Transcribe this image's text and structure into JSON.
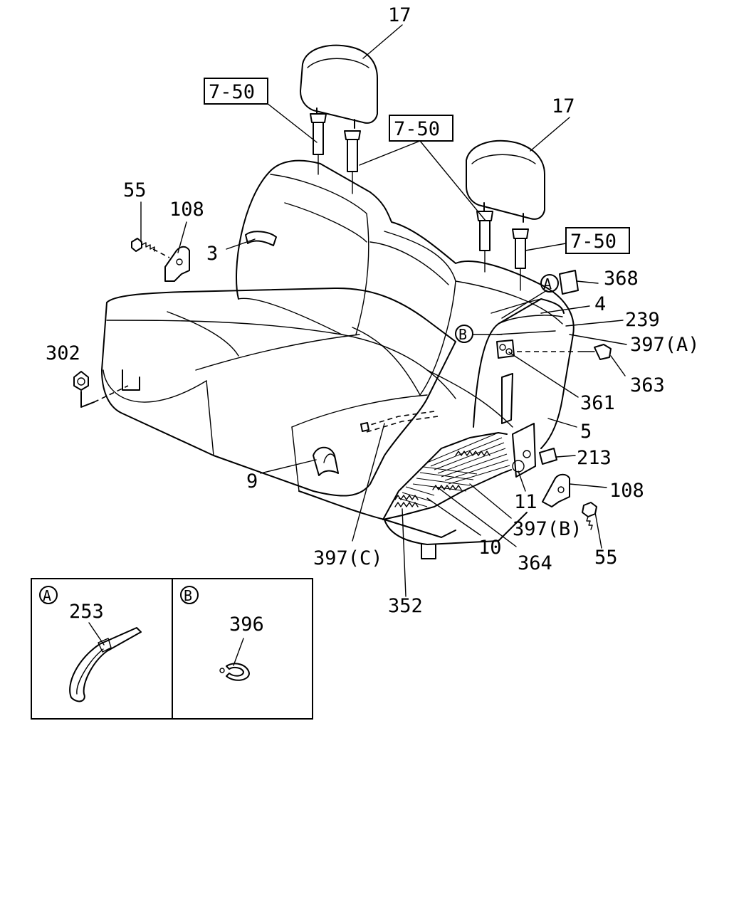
{
  "callouts": {
    "headrest_left": "17",
    "headrest_right": "17",
    "ref_guide_1": "7-50",
    "ref_guide_2": "7-50",
    "ref_guide_3": "7-50",
    "screw_left": "55",
    "cover_left": "108",
    "belt_guide": "3",
    "nut": "302",
    "cap": "368",
    "seatback_frame": "4",
    "cable": "239",
    "clip_a": "397(A)",
    "bolt_363": "363",
    "bracket_361": "361",
    "frame_5": "5",
    "pin_213": "213",
    "cover_right": "108",
    "hinge_11": "11",
    "screw_right": "55",
    "clip_b": "397(B)",
    "cushion_frame": "10",
    "spring_364": "364",
    "spring_352": "352",
    "clip_c": "397(C)",
    "pad_9": "9",
    "mark_a": "A",
    "mark_b": "B"
  },
  "inset": {
    "panel_a": {
      "marker": "A",
      "part": "253"
    },
    "panel_b": {
      "marker": "B",
      "part": "396"
    }
  }
}
